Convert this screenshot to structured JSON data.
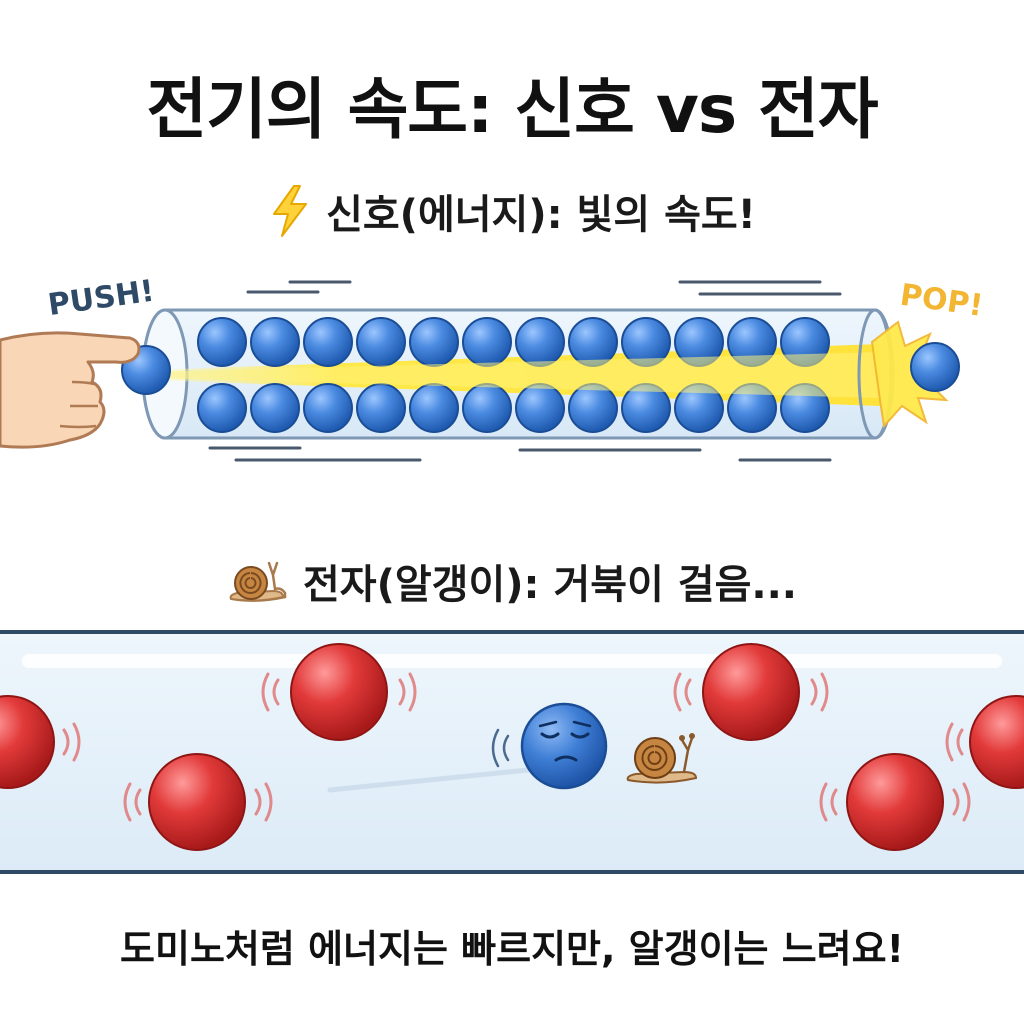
{
  "title": "전기의 속도: 신호 vs 전자",
  "signal_section": {
    "heading": "신호(에너지): 빛의 속도!",
    "icon": "lightning-icon",
    "push_label": "PUSH!",
    "pop_label": "POP!"
  },
  "electron_section": {
    "heading": "전자(알갱이): 거북이 걸음...",
    "icon": "snail-icon"
  },
  "footer": "도미노처럼 에너지는 빠르지만, 알갱이는 느려요!",
  "colors": {
    "electron_blue": "#3f7fd6",
    "atom_red": "#e23a3a",
    "energy_yellow": "#ffe94a",
    "pop_orange": "#f2b632",
    "push_navy": "#2f4a66",
    "wire_fill": "#e9f3fb"
  }
}
